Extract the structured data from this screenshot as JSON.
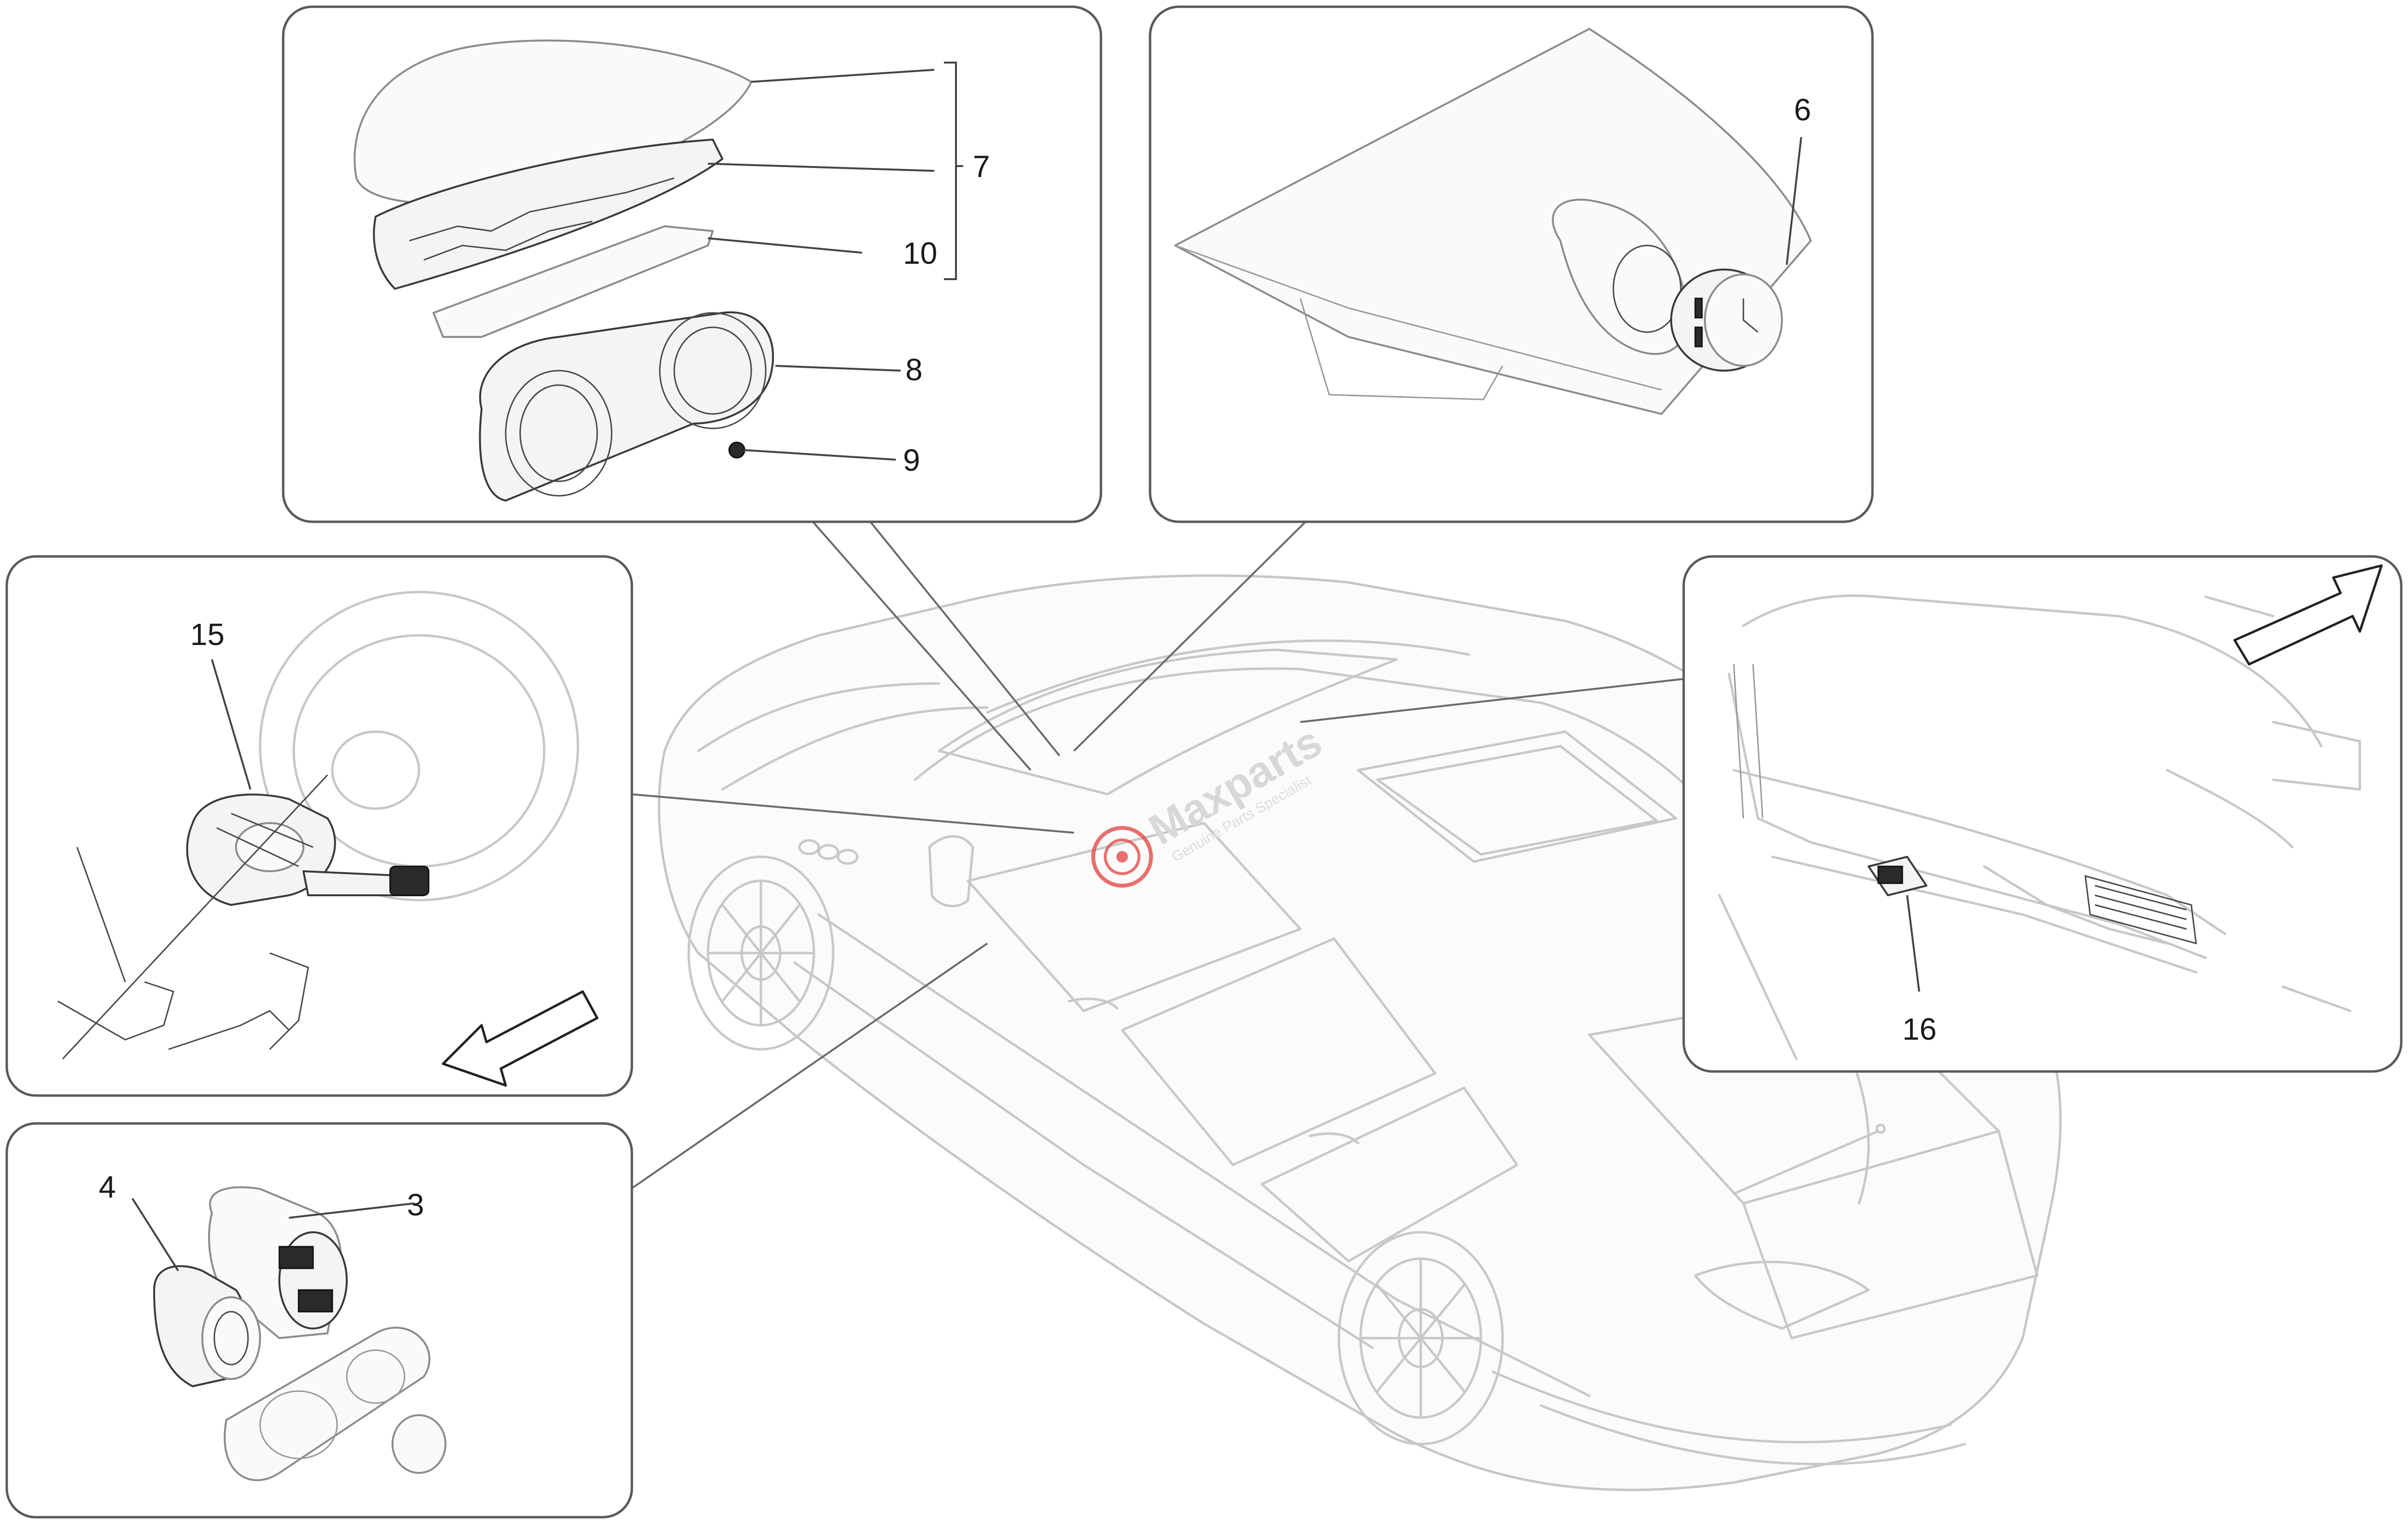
{
  "callouts": {
    "c7": "7",
    "c10": "10",
    "c8": "8",
    "c9": "9",
    "c6": "6",
    "c15": "15",
    "c16": "16",
    "c4": "4",
    "c3": "3"
  },
  "watermark": {
    "brand": "Maxparts",
    "tagline": "Genuine Parts Specialist"
  },
  "colors": {
    "outline": "#5a5a5a",
    "car_lines": "#c8c8c8",
    "watermark_red": "#e0413c"
  }
}
